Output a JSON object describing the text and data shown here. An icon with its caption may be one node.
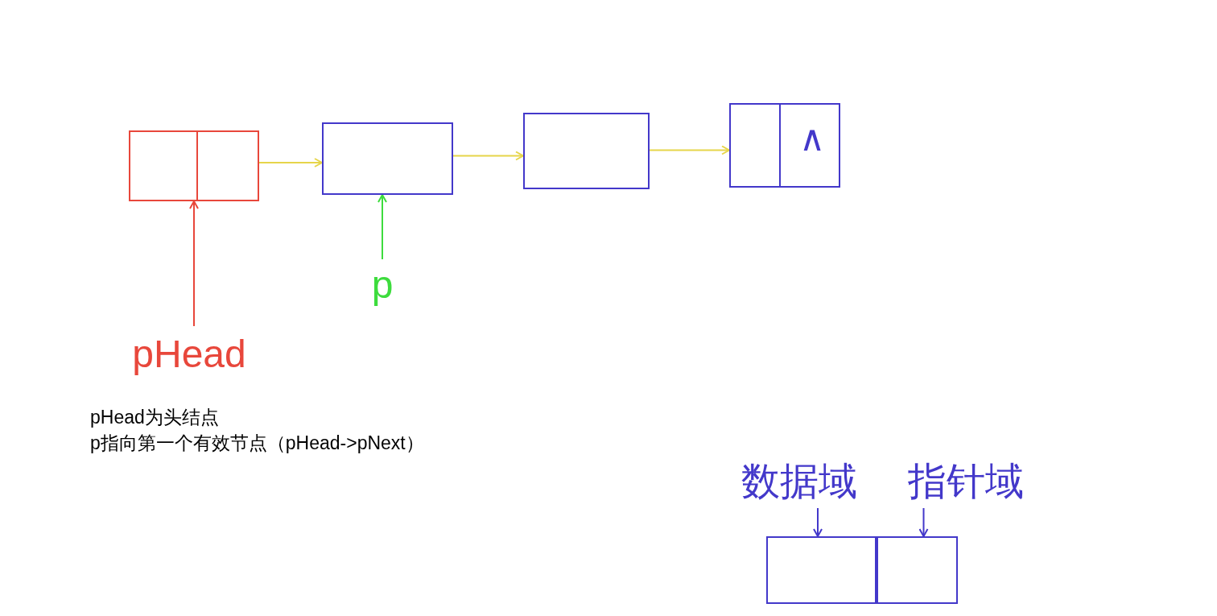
{
  "diagram": {
    "nodes": [
      {
        "text": [],
        "shape": "box"
      },
      {
        "text": [],
        "shape": "box"
      },
      {
        "text": [],
        "shape": "box"
      },
      {
        "text": [
          "∧"
        ]
      },
      {
        "text": [
          "pHead"
        ]
      },
      {
        "text": [
          "p"
        ]
      },
      {
        "text": [
          "数据域"
        ]
      },
      {
        "text": [
          "指针域"
        ]
      },
      {
        "text": [],
        "shape": "box"
      },
      {
        "text": [],
        "shape": "box"
      }
    ],
    "edges": [
      {
        "from": 0,
        "to": 1,
        "arrow": "to"
      },
      {
        "from": 1,
        "to": 2,
        "arrow": "to"
      },
      {
        "from": 2,
        "to": 3,
        "arrow": "to"
      },
      {
        "from": 4,
        "to": 0,
        "arrow": "to",
        "color": "#e8473b"
      },
      {
        "from": 5,
        "to": 1,
        "arrow": "to",
        "color": "#3ddc3d"
      },
      {
        "from": 6,
        "to": 8,
        "arrow": "to",
        "color": "#4338ca"
      },
      {
        "from": 7,
        "to": 9,
        "arrow": "to",
        "color": "#4338ca"
      }
    ],
    "labels": [
      "pHead为头结点",
      "p指向第一个有效节点（pHead->pNext）"
    ]
  }
}
